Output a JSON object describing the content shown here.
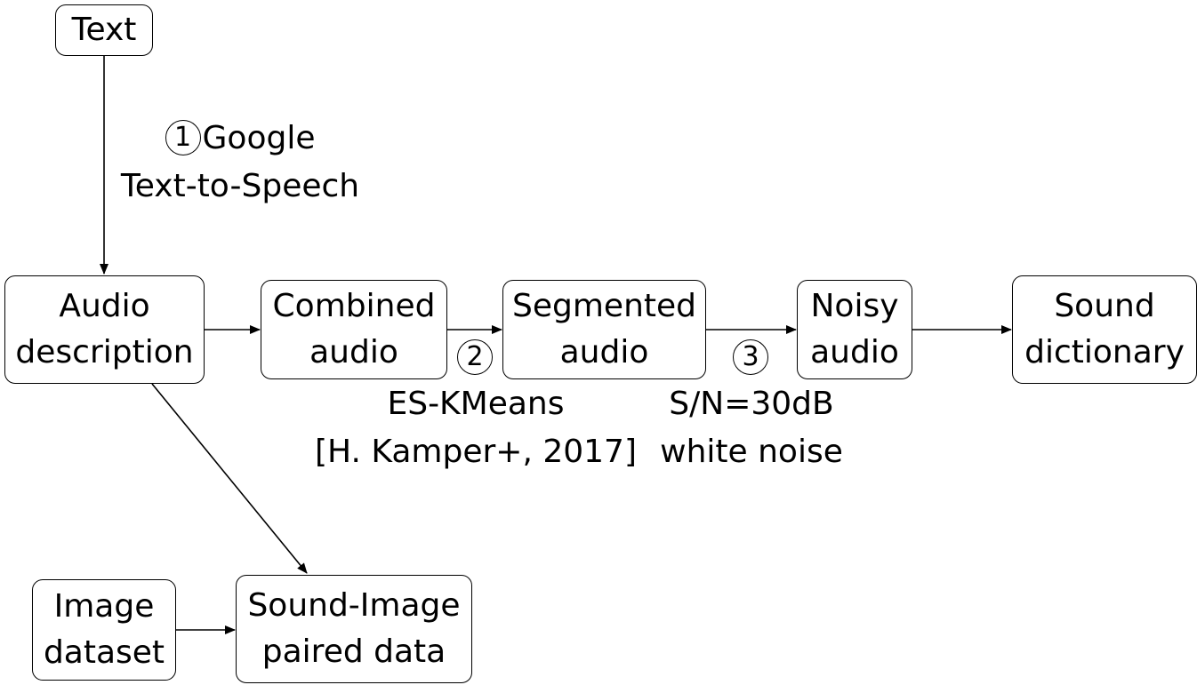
{
  "nodes": {
    "text": "Text",
    "audio_description": [
      "Audio",
      "description"
    ],
    "combined_audio": [
      "Combined",
      "audio"
    ],
    "segmented_audio": [
      "Segmented",
      "audio"
    ],
    "noisy_audio": [
      "Noisy",
      "audio"
    ],
    "sound_dictionary": [
      "Sound",
      "dictionary"
    ],
    "image_dataset": [
      "Image",
      "dataset"
    ],
    "sound_image_paired": [
      "Sound-Image",
      "paired data"
    ]
  },
  "steps": {
    "step1": {
      "number": "1",
      "line1": "Google",
      "line2": "Text-to-Speech"
    },
    "step2": {
      "number": "2",
      "line1": "ES-KMeans",
      "line2": "[H. Kamper+, 2017]"
    },
    "step3": {
      "number": "3",
      "line1": "S/N=30dB",
      "line2": "white noise"
    }
  }
}
